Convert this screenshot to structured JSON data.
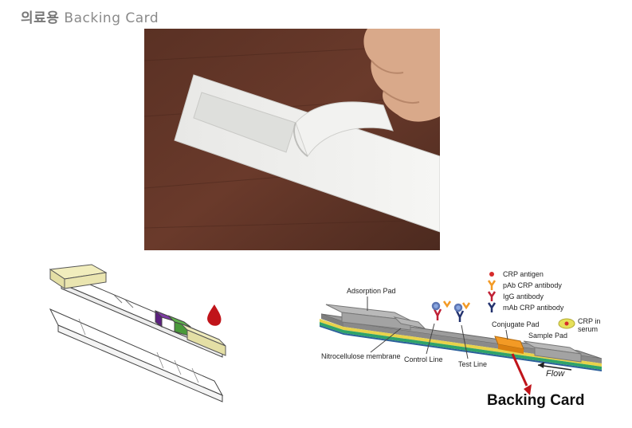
{
  "heading": {
    "korean": "의료용",
    "english": "Backing Card"
  },
  "right_diagram": {
    "legend": [
      "CRP antigen",
      "pAb CRP antibody",
      "IgG antibody",
      "mAb CRP antibody"
    ],
    "adsorption_pad": "Adsorption Pad",
    "conjugate_pad": "Conjugate Pad",
    "sample_pad": "Sample Pad",
    "crp_serum_1": "CRP in",
    "crp_serum_2": "serum",
    "nitrocellulose": "Nitrocellulose membrane",
    "control_line": "Control Line",
    "test_line": "Test Line",
    "flow": "Flow",
    "backing_card": "Backing Card"
  },
  "colors": {
    "arrow": "#c0141a",
    "conjugate": "#f39a25",
    "drop": "#c0141a"
  }
}
